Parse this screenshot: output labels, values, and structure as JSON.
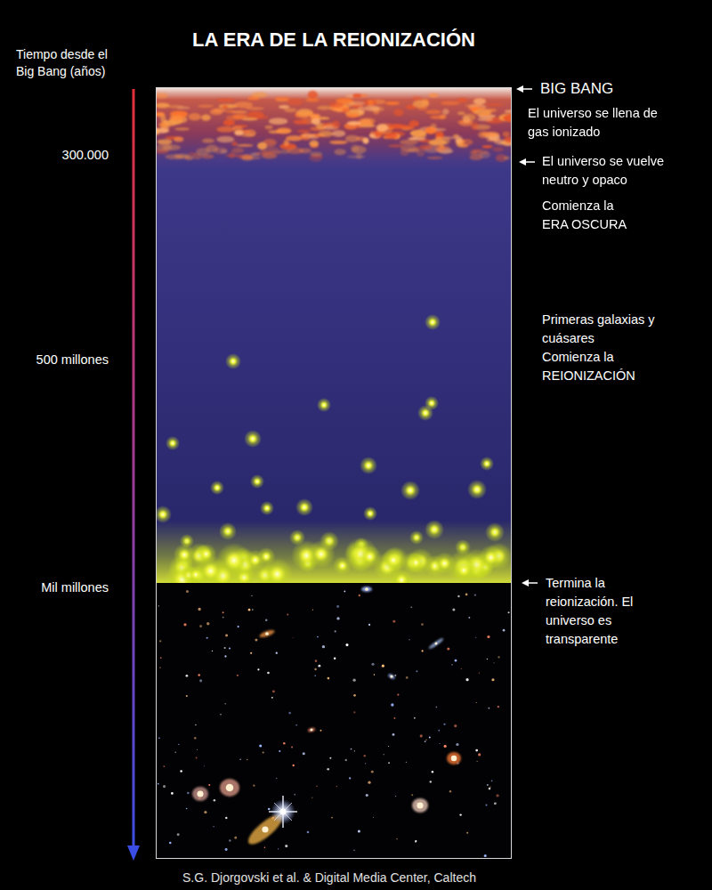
{
  "diagram": {
    "title": "LA ERA DE LA REIONIZACIÓN",
    "caption": "S.G. Djorgovski et al. & Digital Media Center, Caltech",
    "labels": [
      "Tiempo desde el Big Bang (años)",
      "300.000",
      "500 millones",
      "Mil millones",
      "BIG BANG",
      "El universo se llena de gas ionizado",
      "El universo se vuelve neutro y opaco",
      "Comienza la ERA OSCURA",
      "Primeras galaxias y cuásares",
      "Comienza la REIONIZACIÓN",
      "Termina la reionización. El universo es transparente"
    ]
  }
}
